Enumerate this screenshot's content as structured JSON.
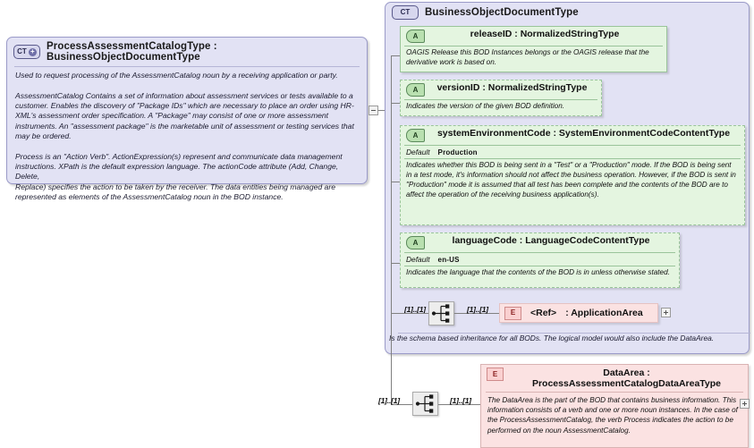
{
  "diagram": {
    "kind": "xsd-complextype-diagram",
    "colors": {
      "complextype_fill": "#e2e2f4",
      "complextype_border": "#9a9ac8",
      "attribute_fill": "#e4f5e0",
      "attribute_border": "#9ac49a",
      "element_fill": "#fbe2e2",
      "element_border": "#d9b3b3",
      "connector_line": "#808080",
      "page_background": "#ffffff"
    }
  },
  "main_type": {
    "icon": "complextype-expand-icon",
    "icon_label": "CT",
    "icon_plus": "+",
    "title": "ProcessAssessmentCatalogType : BusinessObjectDocumentType",
    "documentation": "Used to request processing of the AssessmentCatalog noun by a receiving application or party.\n\nAssessmentCatalog  Contains a set of information about assessment services or tests available to a customer. Enables the discovery of \"Package IDs\" which are necessary to place an order using HR-XML's assessment order specification. A \"Package\" may consist of one or more assessment instruments. An \"assessment package\" is the marketable unit of assessment or testing services that may be ordered.\n\nProcess is an \"Action Verb\". ActionExpression(s) represent and communicate data management instructions. XPath is the default expression language. The actionCode attribute (Add, Change, Delete,\nReplace) specifies the action to be taken by the receiver. The data entities being managed are represented as elements of the AssessmentCatalog noun in the BOD instance.",
    "collapse_toggle": "minus-toggle"
  },
  "base_type": {
    "icon": "complextype-icon",
    "icon_label": "CT",
    "title": "BusinessObjectDocumentType",
    "footer_documentation": "Is the schema based inheritance for all BODs. The logical model would also include the DataArea.",
    "attributes": [
      {
        "icon": "attribute-icon",
        "icon_label": "A",
        "name": "releaseID : NormalizedStringType",
        "required": true,
        "default_label": "",
        "default_value": "",
        "documentation": "OAGIS Release this BOD Instances belongs or the OAGIS release that the derivative work is based on."
      },
      {
        "icon": "attribute-icon",
        "icon_label": "A",
        "name": "versionID : NormalizedStringType",
        "required": false,
        "default_label": "",
        "default_value": "",
        "documentation": "Indicates the version of the given BOD definition."
      },
      {
        "icon": "attribute-icon",
        "icon_label": "A",
        "name": "systemEnvironmentCode : SystemEnvironmentCodeContentType",
        "required": false,
        "default_label": "Default",
        "default_value": "Production",
        "documentation": "Indicates whether this BOD is being sent in a \"Test\" or a \"Production\" mode. If the BOD is being sent in a test mode, it's information should not affect the business operation. However, if the BOD is sent in \"Production\" mode it is assumed that all test has been complete and the contents of the BOD are to affect the operation of the receiving business application(s)."
      },
      {
        "icon": "attribute-icon",
        "icon_label": "A",
        "name": "languageCode : LanguageCodeContentType",
        "required": false,
        "default_label": "Default",
        "default_value": "en-US",
        "documentation": "Indicates the language that the contents of the BOD is in unless otherwise stated."
      }
    ],
    "sequence": {
      "icon": "sequence-compositor-icon",
      "cardinality_left": "[1]..[1]",
      "cardinality_right": "[1]..[1]"
    },
    "element_ref": {
      "icon": "element-icon",
      "icon_label": "E",
      "ref_label": "<Ref>",
      "name": ": ApplicationArea",
      "expand_toggle": "plus-toggle"
    }
  },
  "data_area_branch": {
    "sequence": {
      "icon": "sequence-compositor-icon",
      "cardinality_left": "[1]..[1]",
      "cardinality_right": "[1]..[1]"
    },
    "element": {
      "icon": "element-icon",
      "icon_label": "E",
      "name": "DataArea : ProcessAssessmentCatalogDataAreaType",
      "documentation": "The DataArea is the part of the BOD that contains business information. This information consists of a verb and one or more noun instances. In the case of the ProcessAssessmentCatalog, the verb Process indicates the action to be performed on the noun AssessmentCatalog.",
      "expand_toggle": "plus-toggle"
    }
  }
}
